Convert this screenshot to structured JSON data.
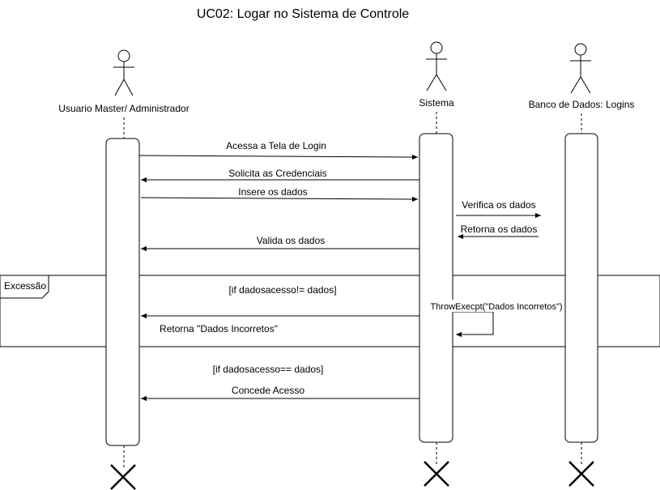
{
  "title": "UC02: Logar no Sistema de Controle",
  "actors": [
    {
      "id": "user",
      "label": "Usuario Master/ Administrador"
    },
    {
      "id": "system",
      "label": "Sistema"
    },
    {
      "id": "db",
      "label": "Banco de Dados: Logins"
    }
  ],
  "messages": [
    {
      "from": "user",
      "to": "system",
      "label": "Acessa a Tela de Login"
    },
    {
      "from": "system",
      "to": "user",
      "label": "Solicita as Credenciais"
    },
    {
      "from": "user",
      "to": "system",
      "label": "Insere os dados"
    },
    {
      "from": "system",
      "to": "db",
      "label": "Verifica os dados"
    },
    {
      "from": "db",
      "to": "system",
      "label": "Retorna os dados"
    },
    {
      "from": "system",
      "to": "user",
      "label": "Valida os dados"
    },
    {
      "from": "system",
      "to": "system",
      "label": "ThrowExecpt(\"Dados Incorretos\")"
    },
    {
      "from": "system",
      "to": "user",
      "label": "Retorna \"Dados Incorretos\""
    },
    {
      "from": "system",
      "to": "user",
      "label": "Concede Acesso"
    }
  ],
  "fragment": {
    "label": "Excessão",
    "guard": "[if dadosacesso!= dados]"
  },
  "guard_after": "[if dadosacesso== dados]"
}
